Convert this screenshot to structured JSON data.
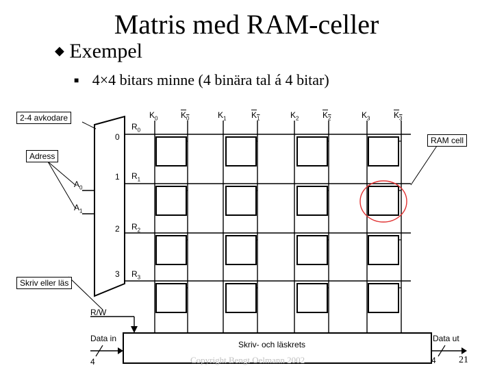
{
  "title": "Matris med RAM-celler",
  "bullet_level1": {
    "icon": "diamond-bullet-icon",
    "text": "Exempel"
  },
  "bullet_level2": {
    "icon": "square-bullet-icon",
    "text": "4×4 bitars minne (4 binära tal á 4 bitar)"
  },
  "decoder": {
    "label": "2-4 avkodare",
    "outputs": [
      "0",
      "1",
      "2",
      "3"
    ],
    "address_label": "Adress",
    "inputs": [
      {
        "base": "A",
        "sub": "0"
      },
      {
        "base": "A",
        "sub": "1"
      }
    ]
  },
  "columns": [
    {
      "base": "K",
      "sub": "0",
      "inverted": false
    },
    {
      "base": "K",
      "sub": "0",
      "inverted": true
    },
    {
      "base": "K",
      "sub": "1",
      "inverted": false
    },
    {
      "base": "K",
      "sub": "1",
      "inverted": true
    },
    {
      "base": "K",
      "sub": "2",
      "inverted": false
    },
    {
      "base": "K",
      "sub": "2",
      "inverted": true
    },
    {
      "base": "K",
      "sub": "3",
      "inverted": false
    },
    {
      "base": "K",
      "sub": "3",
      "inverted": true
    }
  ],
  "rows": [
    {
      "base": "R",
      "sub": "0"
    },
    {
      "base": "R",
      "sub": "1"
    },
    {
      "base": "R",
      "sub": "2"
    },
    {
      "base": "R",
      "sub": "3"
    }
  ],
  "ram_cell_label": "RAM cell",
  "rw_label": "R/W",
  "rw_input_label": "Skriv eller läs",
  "data_in_label": "Data in",
  "data_in_width": "4",
  "data_out_label": "Data ut",
  "data_out_width": "4",
  "rw_circuit_label": "Skriv- och läskrets",
  "copyright": "Copyright Bengt Oelmann 2002",
  "page_number": "21"
}
